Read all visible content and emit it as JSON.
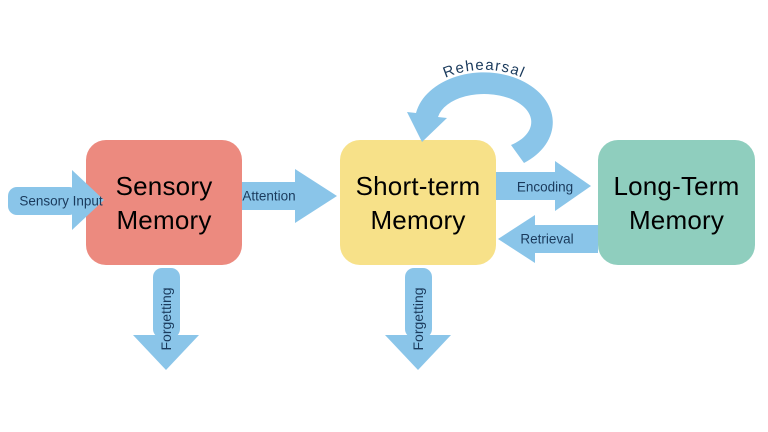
{
  "diagram": {
    "boxes": [
      {
        "id": "sensory-memory",
        "label": "Sensory\nMemory",
        "color": "#EC8A7F"
      },
      {
        "id": "short-term-memory",
        "label": "Short-term\nMemory",
        "color": "#F7E189"
      },
      {
        "id": "long-term-memory",
        "label": "Long-Term\nMemory",
        "color": "#8FCEBE"
      }
    ],
    "arrows": {
      "sensory_input": {
        "label": "Sensory Input"
      },
      "attention": {
        "label": "Attention"
      },
      "encoding": {
        "label": "Encoding"
      },
      "retrieval": {
        "label": "Retrieval"
      },
      "rehearsal": {
        "label": "Rehearsal"
      },
      "forgetting_sensory": {
        "label": "Forgetting"
      },
      "forgetting_short_term": {
        "label": "Forgetting"
      }
    },
    "colors": {
      "arrow": "#8AC5E9",
      "label_text": "#1A3A5C",
      "box_text": "#212121",
      "background": "#FFFFFF"
    }
  }
}
